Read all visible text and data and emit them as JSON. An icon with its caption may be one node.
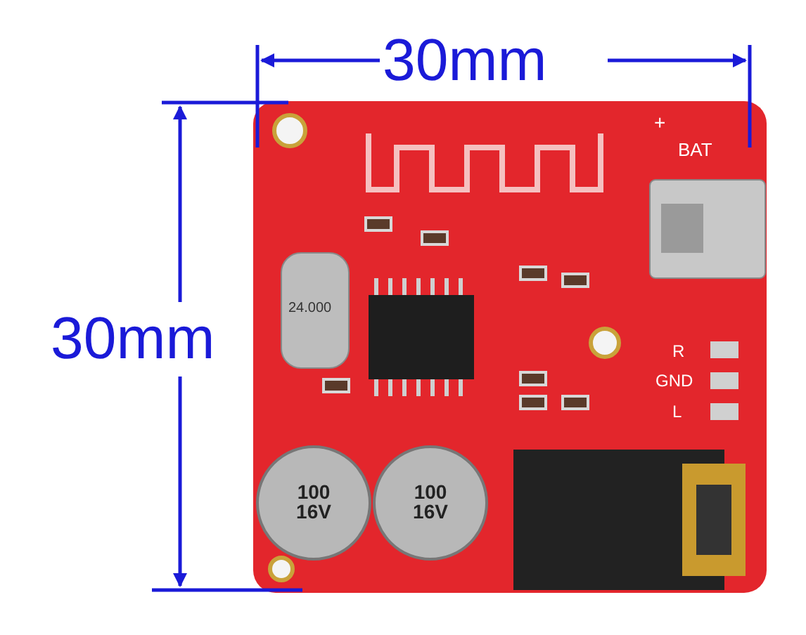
{
  "diagram": {
    "labels": [
      "30mm",
      "30mm",
      "+",
      "BAT",
      "24.000",
      "R",
      "GND",
      "L",
      "100 16V",
      "100 16V"
    ]
  }
}
